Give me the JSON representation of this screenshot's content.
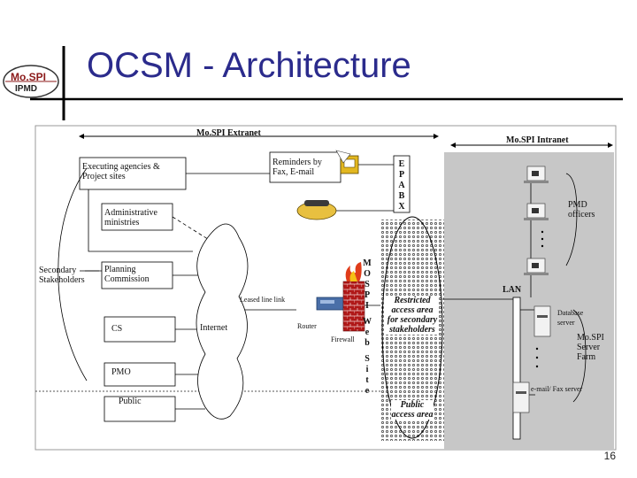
{
  "title": "OCSM - Architecture",
  "logo": {
    "line1": "Mo.SPI",
    "line2": "IPMD"
  },
  "extranet_label": "Mo.SPI Extranet",
  "intranet_label": "Mo.SPI Intranet",
  "executing_agencies": "Executing agencies & Project sites",
  "reminders": "Reminders by Fax, E-mail",
  "epabx": [
    "E",
    "P",
    "A",
    "B",
    "X"
  ],
  "administrative": "Administrative ministries",
  "secondary": "Secondary Stakeholders",
  "planning": "Planning Commission",
  "leased_line": "Leased line link",
  "cs": "CS",
  "internet": "Internet",
  "router": "Router",
  "firewall": "Firewall",
  "pmo": "PMO",
  "public": "Public",
  "mospi_website": [
    "M",
    "O",
    "S",
    "P",
    "I",
    "W",
    "e",
    "b",
    "S",
    "i",
    "t",
    "e"
  ],
  "restricted": "Restricted access area for secondary stakeholders",
  "public_access": "Public access area",
  "lan": "LAN",
  "pmd_officers": "PMD officers",
  "database_server": "Database server",
  "email_fax_server": "e-mail/ Fax server",
  "server_farm": "Mo.SPI Server Farm",
  "page_number": "16"
}
